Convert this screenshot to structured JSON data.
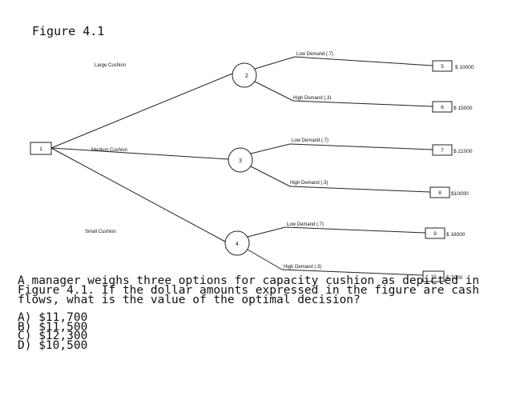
{
  "figure_title": "Figure 4.1",
  "tree": {
    "decision_node": "1",
    "branches": [
      {
        "label": "Large Cushion",
        "chance_node": "2",
        "outcomes": [
          {
            "label": "Low Demand (.7)",
            "end_node": "5",
            "payoff": "$ 10000"
          },
          {
            "label": "High Demand (.3)",
            "end_node": "6",
            "payoff": "$ 15000"
          }
        ]
      },
      {
        "label": "Medium Cushion",
        "chance_node": "3",
        "outcomes": [
          {
            "label": "Low Demand (.7)",
            "end_node": "7",
            "payoff": "$ 21000"
          },
          {
            "label": "High Demand (.3)",
            "end_node": "8",
            "payoff": "$10000"
          }
        ]
      },
      {
        "label": "Small Cushion",
        "chance_node": "4",
        "outcomes": [
          {
            "label": "Low Demand (.7)",
            "end_node": "9",
            "payoff": "$ 18000"
          },
          {
            "label": "High Demand (.3)",
            "end_node": "10",
            "payoff": "$-7000"
          }
        ]
      }
    ]
  },
  "question": "A manager weighs three options for capacity cushion as depicted in Figure 4.1. If the dollar amounts expressed in the figure are cash flows, what is the value of the optimal decision?",
  "options": [
    "A) $11,700",
    "B) $11,500",
    "C) $12,300",
    "D) $10,500"
  ]
}
